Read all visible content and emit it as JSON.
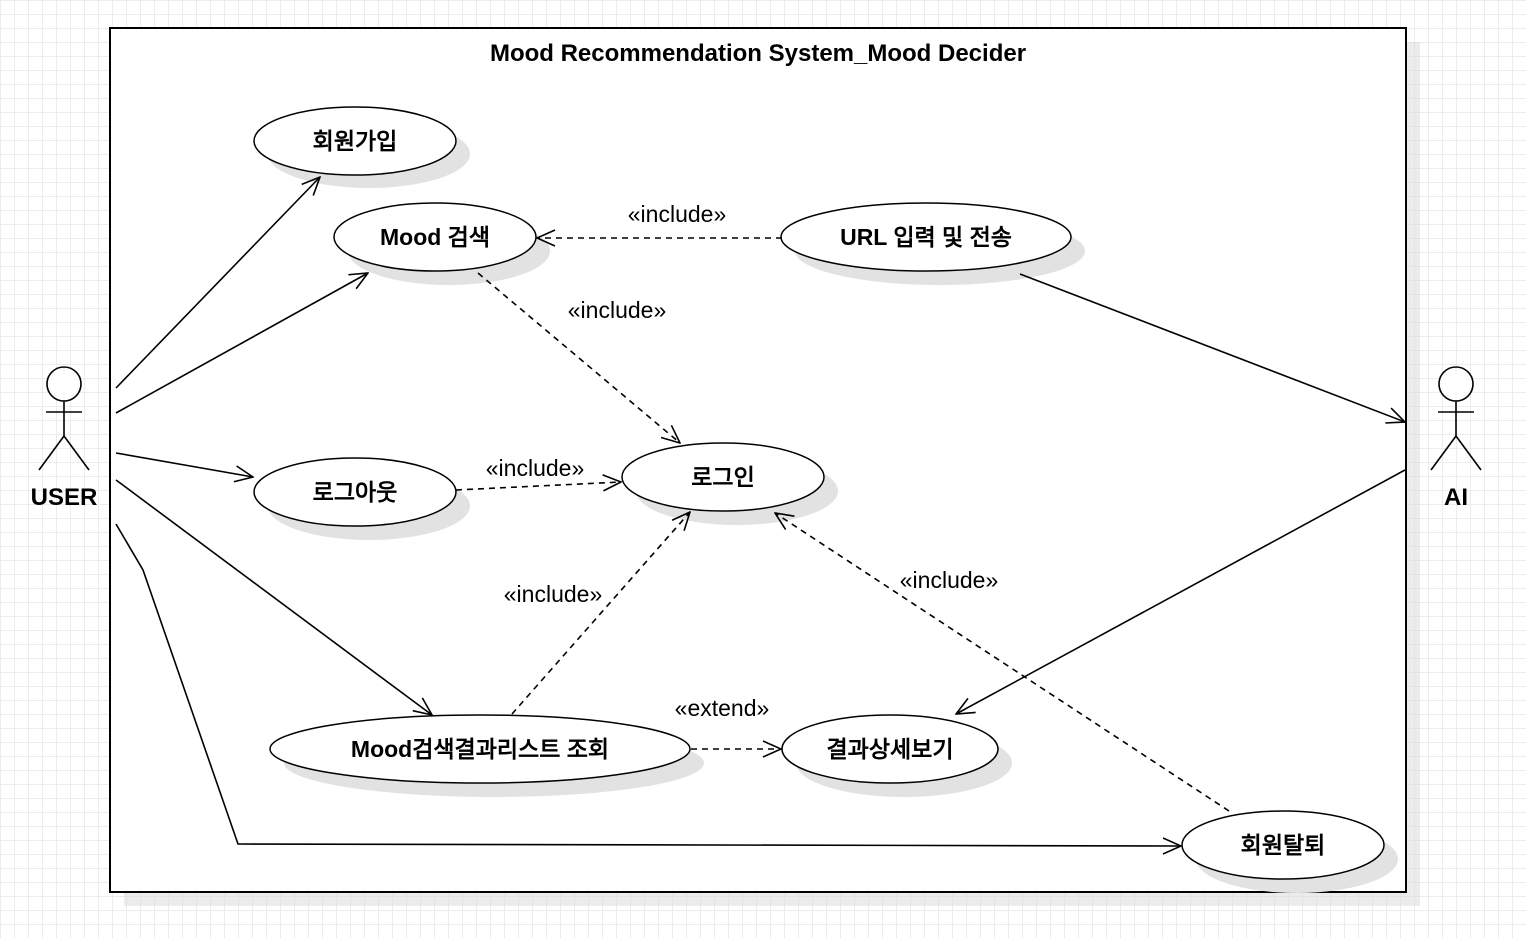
{
  "diagram": {
    "title": "Mood Recommendation System_Mood Decider",
    "actors": {
      "user": "USER",
      "ai": "AI"
    },
    "use_cases": {
      "signup": "회원가입",
      "mood_search": "Mood 검색",
      "url_input": "URL 입력 및 전송",
      "login": "로그인",
      "logout": "로그아웃",
      "result_list": "Mood검색결과리스트 조회",
      "result_detail": "결과상세보기",
      "withdraw": "회원탈퇴"
    },
    "stereotypes": {
      "url_to_search": "«include»",
      "search_to_login": "«include»",
      "logout_to_login": "«include»",
      "list_to_login": "«include»",
      "withdraw_to_login": "«include»",
      "list_to_detail": "«extend»"
    }
  }
}
